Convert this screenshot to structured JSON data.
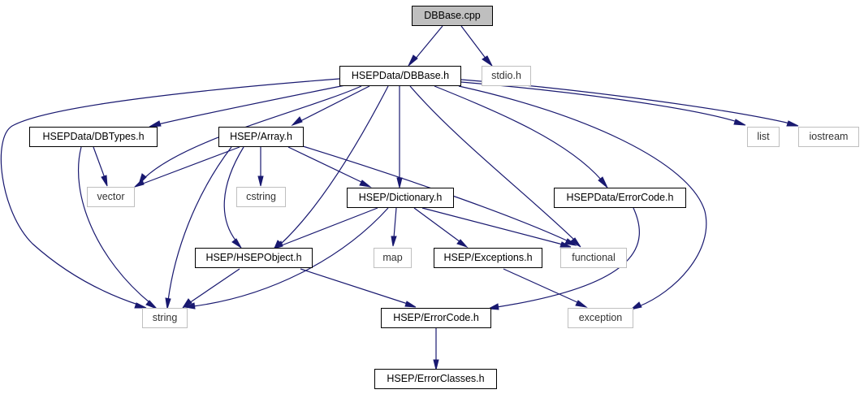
{
  "colors": {
    "edge": "#191970",
    "root_fill": "#bfbfbf",
    "doc_border": "#000000",
    "ext_border": "#bfbfbf"
  },
  "nodes": {
    "dbbase_cpp": "DBBase.cpp",
    "hsepdata_dbbase_h": "HSEPData/DBBase.h",
    "stdio_h": "stdio.h",
    "hsepdata_dbtypes_h": "HSEPData/DBTypes.h",
    "hsep_array_h": "HSEP/Array.h",
    "list": "list",
    "iostream": "iostream",
    "vector": "vector",
    "cstring": "cstring",
    "hsep_dictionary_h": "HSEP/Dictionary.h",
    "hsepdata_errorcode_h": "HSEPData/ErrorCode.h",
    "hsep_hsepobject_h": "HSEP/HSEPObject.h",
    "map": "map",
    "hsep_exceptions_h": "HSEP/Exceptions.h",
    "functional": "functional",
    "string": "string",
    "hsep_errorcode_h": "HSEP/ErrorCode.h",
    "exception": "exception",
    "hsep_errorclasses_h": "HSEP/ErrorClasses.h"
  }
}
